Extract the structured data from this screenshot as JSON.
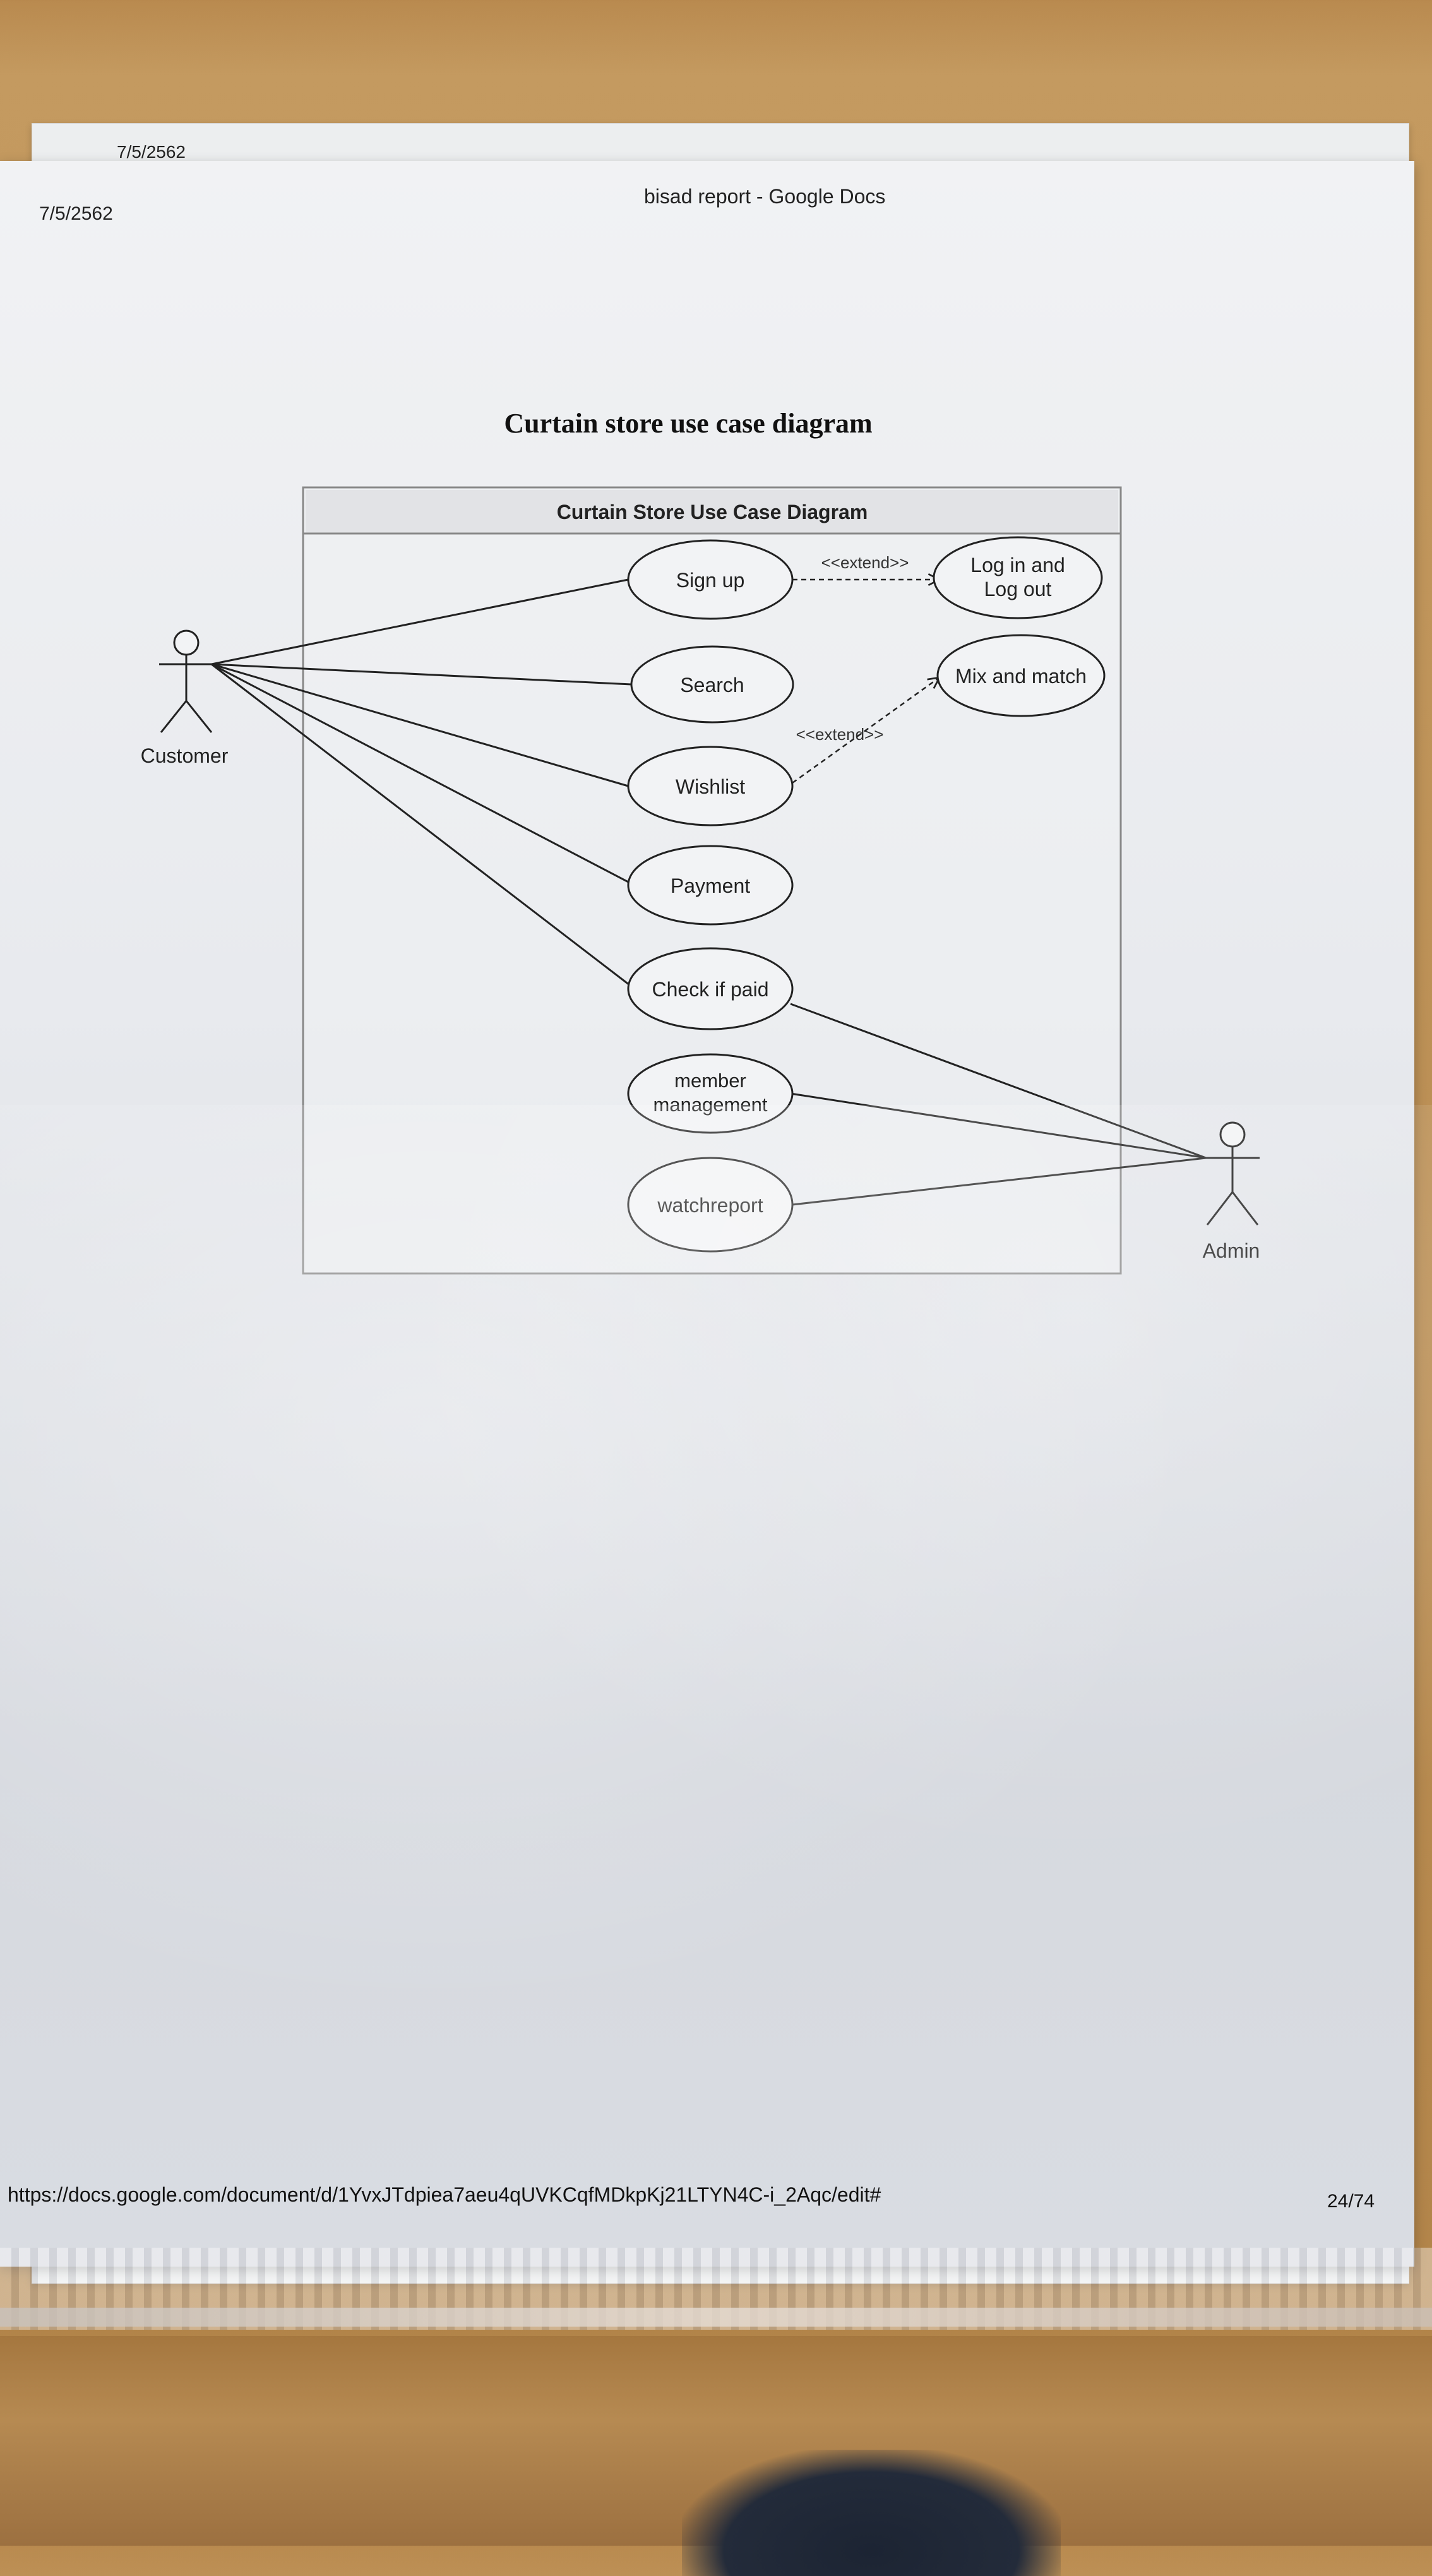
{
  "header": {
    "date": "7/5/2562",
    "doc_title": "bisad report - Google Docs",
    "back_page_date": "7/5/2562"
  },
  "page_heading": "Curtain store use case diagram",
  "diagram": {
    "system_boundary_title": "Curtain Store Use Case Diagram",
    "actors": {
      "customer": "Customer",
      "admin": "Admin"
    },
    "use_cases": {
      "sign_up": "Sign up",
      "search": "Search",
      "wishlist": "Wishlist",
      "payment": "Payment",
      "check_if_paid": "Check if paid",
      "member_management_line1": "member",
      "member_management_line2": "management",
      "watchreport": "watchreport",
      "log_in_out_line1": "Log in and",
      "log_in_out_line2": "Log out",
      "mix_and_match": "Mix and match"
    },
    "relations": {
      "extend_label_1": "<<extend>>",
      "extend_label_2": "<<extend>>"
    }
  },
  "footer": {
    "url": "https://docs.google.com/document/d/1YvxJTdpiea7aeu4qUVKCqfMDkpKj21LTYN4C-i_2Aqc/edit#",
    "page": "24/74"
  }
}
